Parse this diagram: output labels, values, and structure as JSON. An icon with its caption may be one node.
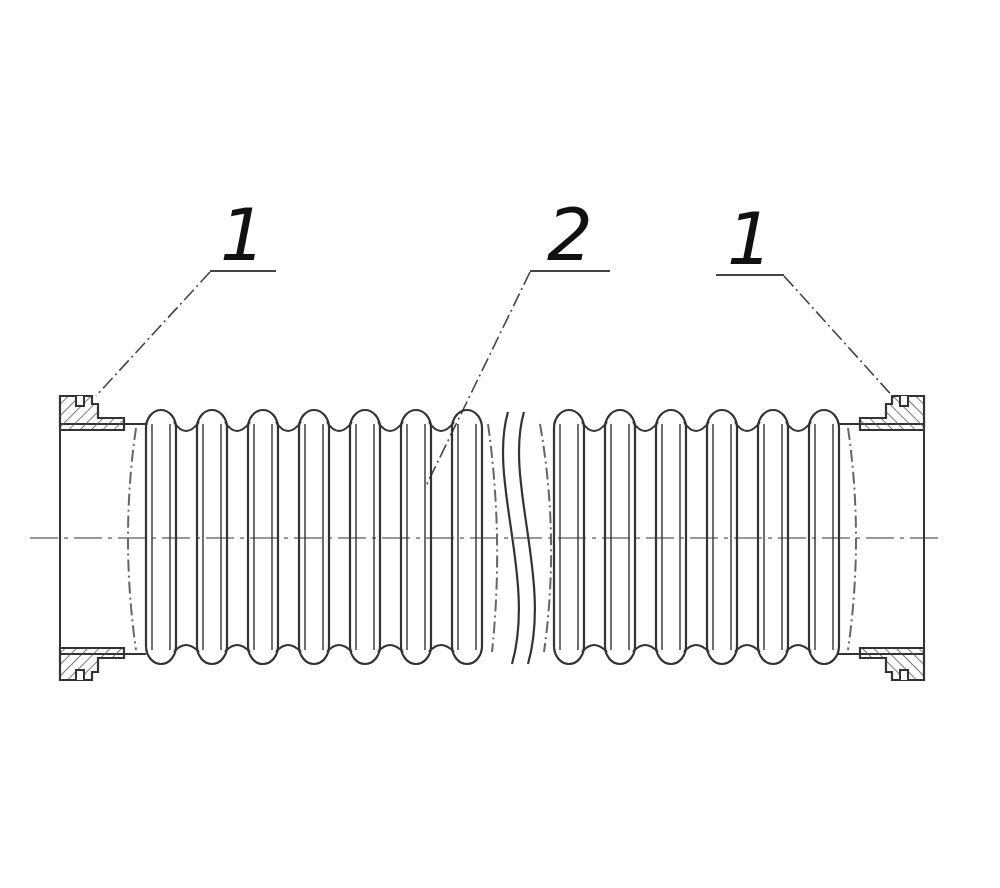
{
  "diagram": {
    "nodes": [
      {
        "text": [
          "1"
        ]
      },
      {
        "text": [
          "2"
        ]
      },
      {
        "text": [
          "1"
        ]
      },
      {
        "text": [],
        "shape": "picture"
      },
      {
        "text": [],
        "shape": "picture"
      },
      {
        "text": [],
        "shape": "picture"
      }
    ],
    "edges": [
      {
        "from": 0,
        "to": 3,
        "arrow": "none"
      },
      {
        "from": 1,
        "to": 4,
        "arrow": "none"
      },
      {
        "from": 2,
        "to": 5,
        "arrow": "none"
      }
    ]
  }
}
